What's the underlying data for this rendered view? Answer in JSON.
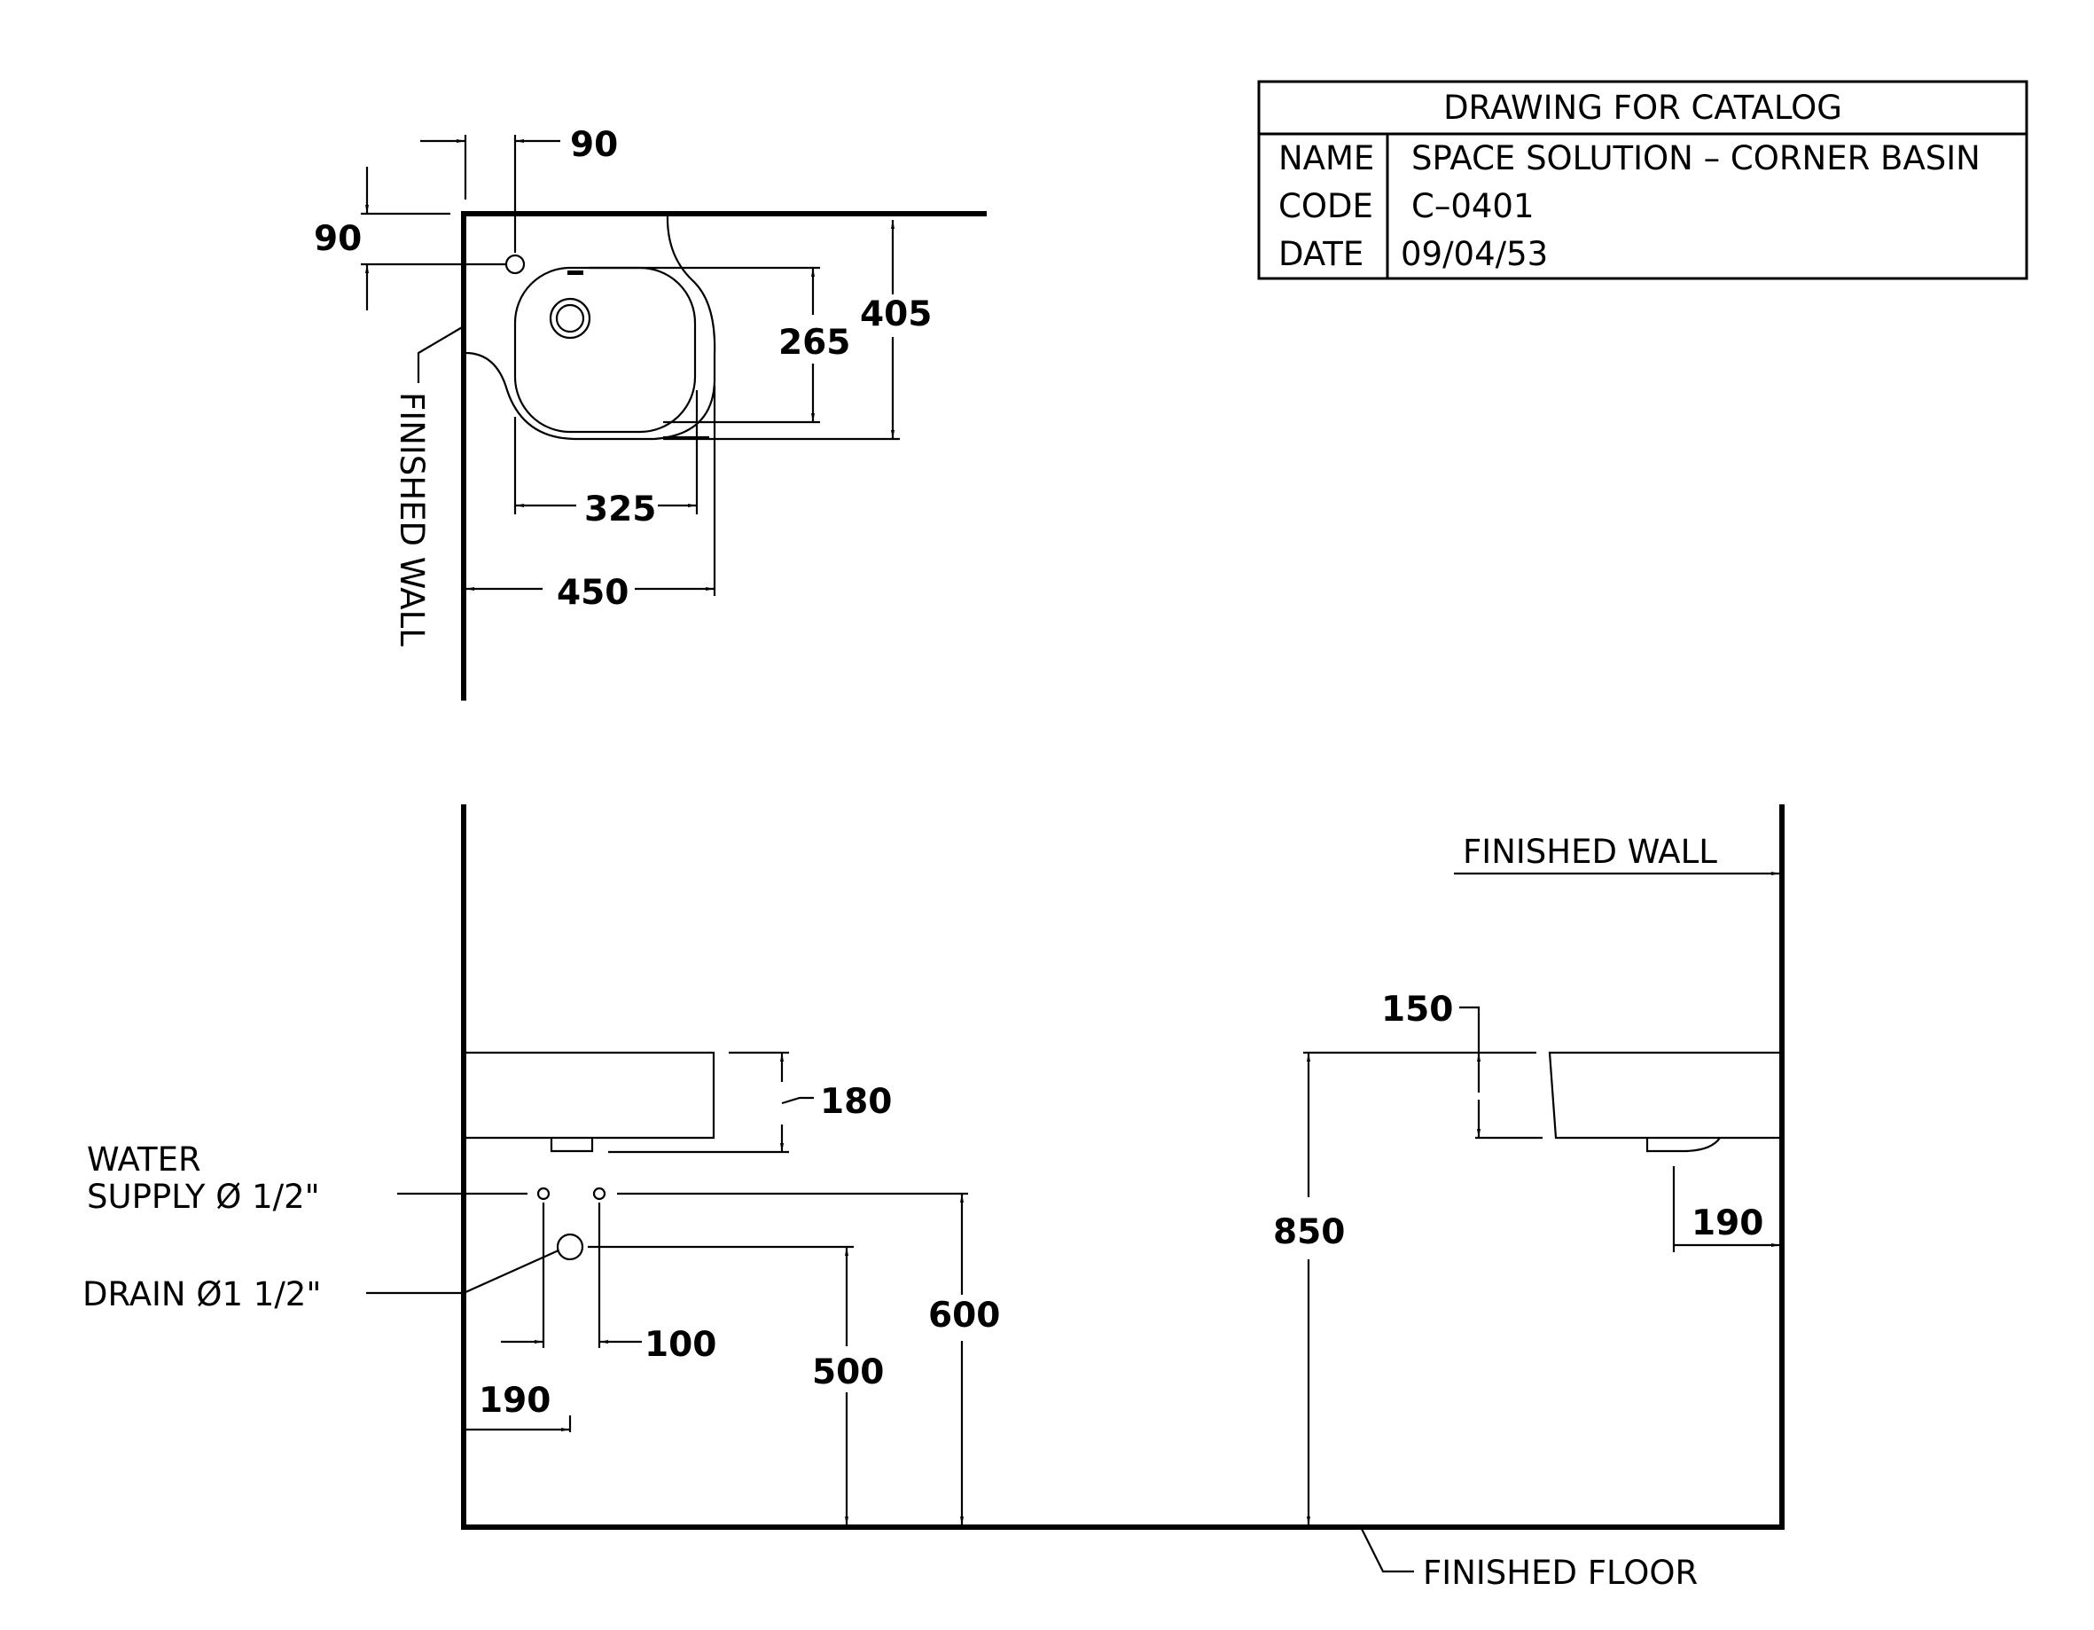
{
  "title_block": {
    "heading": "DRAWING FOR CATALOG",
    "rows": [
      {
        "key": "NAME",
        "value": "SPACE SOLUTION – CORNER BASIN"
      },
      {
        "key": "CODE",
        "value": "C–0401"
      },
      {
        "key": "DATE",
        "value": "09/04/53"
      }
    ]
  },
  "plan_view": {
    "wall_label": "FINISHED WALL",
    "dims": {
      "tap_offset_x": "90",
      "tap_offset_y": "90",
      "bowl_depth": "265",
      "basin_depth": "405",
      "bowl_width": "325",
      "basin_width": "450"
    }
  },
  "elevation_view": {
    "wall_label": "FINISHED WALL",
    "floor_label": "FINISHED FLOOR",
    "water_supply_label": [
      "WATER",
      "SUPPLY Ø 1/2\""
    ],
    "drain_label": "DRAIN Ø1 1/2\"",
    "dims": {
      "basin_thickness": "180",
      "supply_spacing": "100",
      "supply_from_wall": "190",
      "drain_height": "500",
      "supply_height": "600",
      "rim_height": "850",
      "rim_thickness_side": "150",
      "waste_from_wall": "190"
    }
  }
}
